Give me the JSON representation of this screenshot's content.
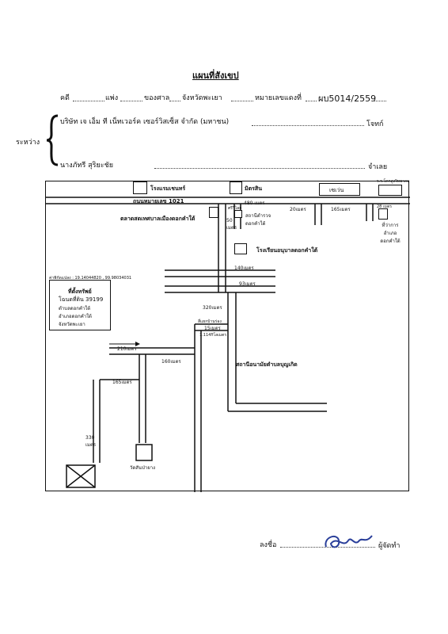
{
  "title": "แผนที่สังเขป",
  "case_header": {
    "case_label": "คดี",
    "case_type": "แพ่ง",
    "court_label": "ของศาล",
    "court_name": "จังหวัดพะเยา",
    "number_label": "หมายเลขแดงที่",
    "case_number": "ผบ5014/2559"
  },
  "parties": {
    "between_label": "ระหว่าง",
    "plaintiff_name": "บริษัท เจ เอ็ม ที เน็ทเวอร์ค เซอร์วิสเซ็ส จำกัด (มหาชน)",
    "plaintiff_role": "โจทก์",
    "defendant_name": "นางภัทรี สุริยะชัย",
    "defendant_role": "จำเลย"
  },
  "map": {
    "hotel": "โรงแรมเชนทร์",
    "mitrasin": "มิตรสิน",
    "seven_eleven": "เซเว่น",
    "school_top_right": "ร.ร.โคกสูงวิทยาคม",
    "road_label": "ถนนหมายเลข 1021",
    "market": "ตลาดสดเทศบาลเมืองดอกคำใต้",
    "police_station": "สถานีตำรวจ ดอกคำใต้",
    "sriwilai": "ศรีวิไลย์",
    "district_office": "ที่ว่าการ อำเภอ ดอกคำใต้",
    "kindergarten": "โรงเรียนอนุบาลดอกคำใต้",
    "health_station": "สถานีอนามัยตำบลบุญเกิด",
    "temple": "วัดสันป่ายาง",
    "distances": {
      "d480": "480 เมตร",
      "d20": "20เมตร",
      "d165a": "165เมตร",
      "d28": "28 เมตร",
      "d50": "50 เมตร",
      "d140": "140เมตร",
      "d93": "93เมตร",
      "d320": "320เมตร",
      "d15": "15เมตร",
      "d1114": "1.114กิโลเมตร",
      "d210": "210เมตร",
      "d160": "160เมตร",
      "d165b": "165เมตร",
      "d330": "330 เมตร",
      "small_road": "สี่แยกบ้านร่อง"
    },
    "coordinates": "ค่าพิกัดแปลง : 19.14044820 , 99.98034031",
    "land_title": "ที่ตั้งทรัพย์",
    "land_deed": "โฉนดที่ดิน 39199",
    "land_subdistrict": "ตำบลดอกคำใต้",
    "land_district": "อำเภอดอกคำใต้",
    "land_province": "จังหวัดพะเยา"
  },
  "signature": {
    "label": "ลงชื่อ",
    "role": "ผู้จัดทำ"
  }
}
